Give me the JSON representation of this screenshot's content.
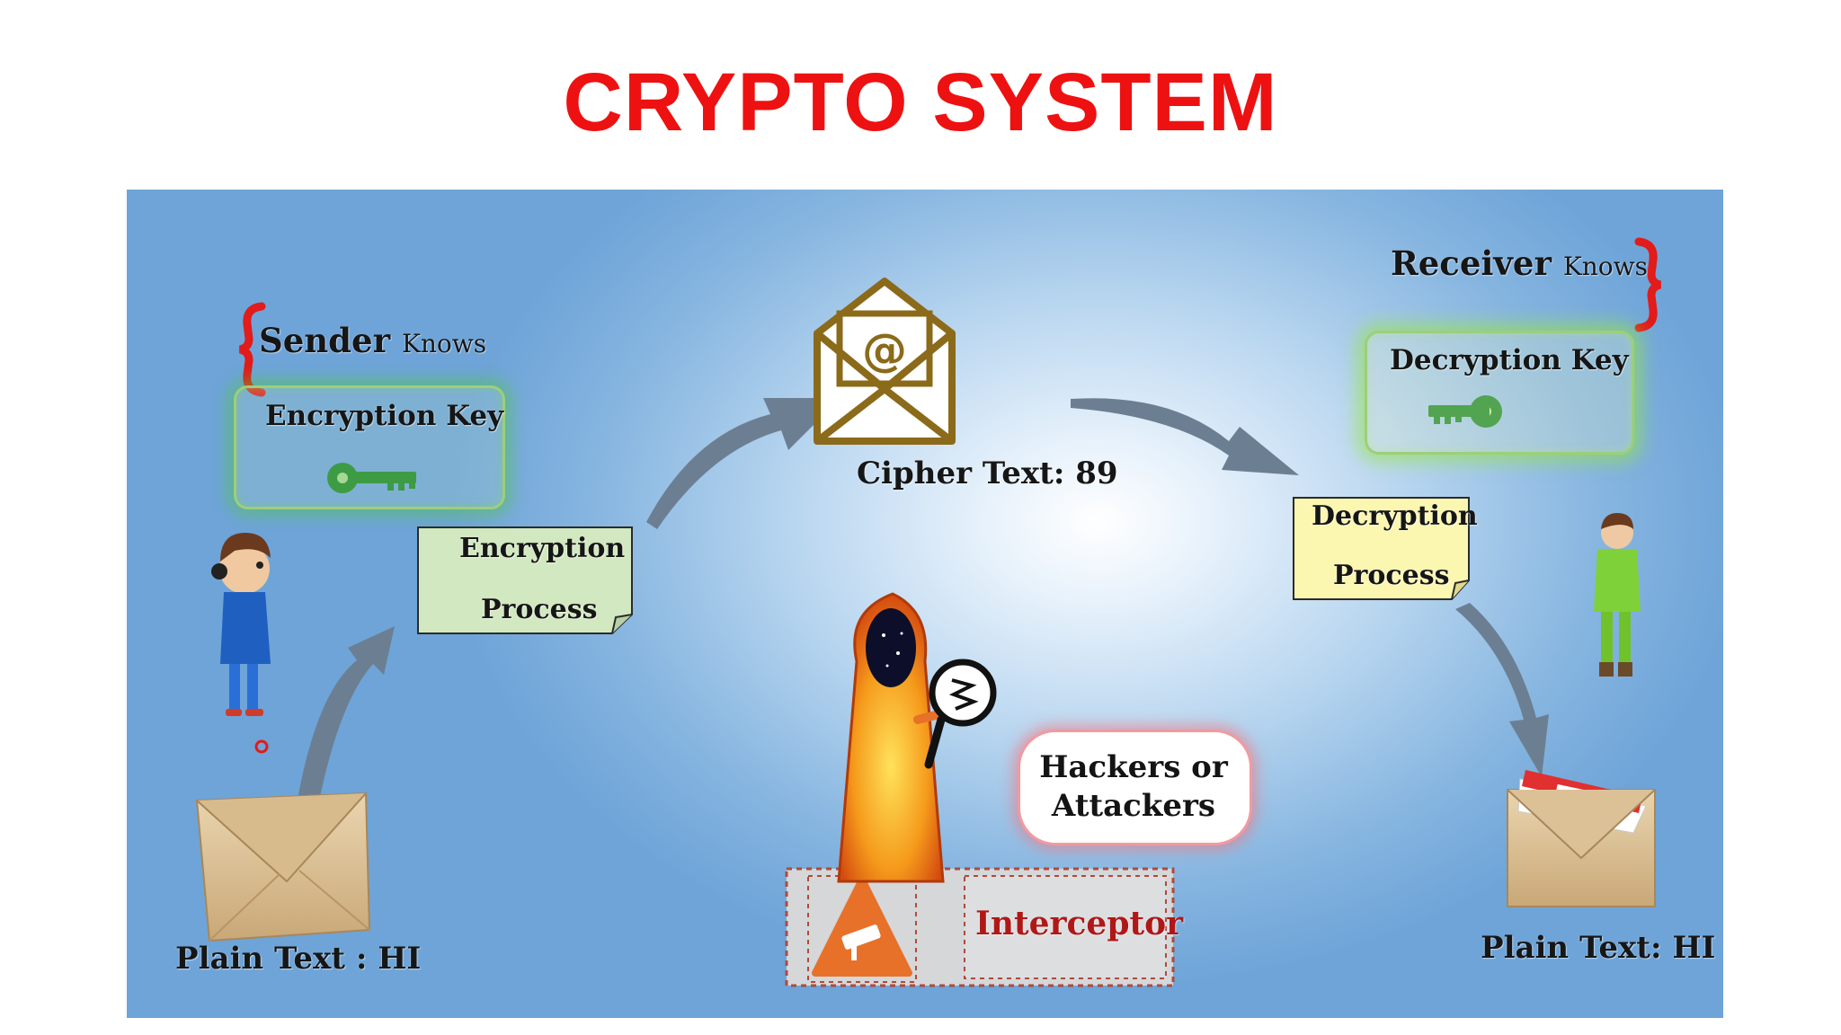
{
  "title": {
    "text": "CRYPTO SYSTEM",
    "color": "#ee1111"
  },
  "sender": {
    "name": "Sender",
    "suffix": "Knows",
    "key_label": "Encryption Key",
    "plain_text_label": "Plain Text : HI"
  },
  "receiver": {
    "name": "Receiver",
    "suffix": "Knows",
    "key_label": "Decryption Key",
    "plain_text_label": "Plain Text: HI"
  },
  "processes": {
    "encryption": {
      "line1": "Encryption",
      "line2": "Process",
      "fill": "#d2e8c0"
    },
    "decryption": {
      "line1": "Decryption",
      "line2": "Process",
      "fill": "#fbf6b0"
    }
  },
  "cipher": {
    "label": "Cipher Text: 89",
    "icon": "envelope-at-icon"
  },
  "attacker": {
    "label": "Hackers or Attackers",
    "icon": "hooded-hacker-icon"
  },
  "interceptor": {
    "label": "Interceptor",
    "icon": "surveillance-camera-warning-icon",
    "label_color": "#b01818"
  },
  "colors": {
    "brace": "#e21b1b",
    "key": "#1f8a2a",
    "arrow": "#6c7f92",
    "envelope": "#8b6a1a"
  }
}
